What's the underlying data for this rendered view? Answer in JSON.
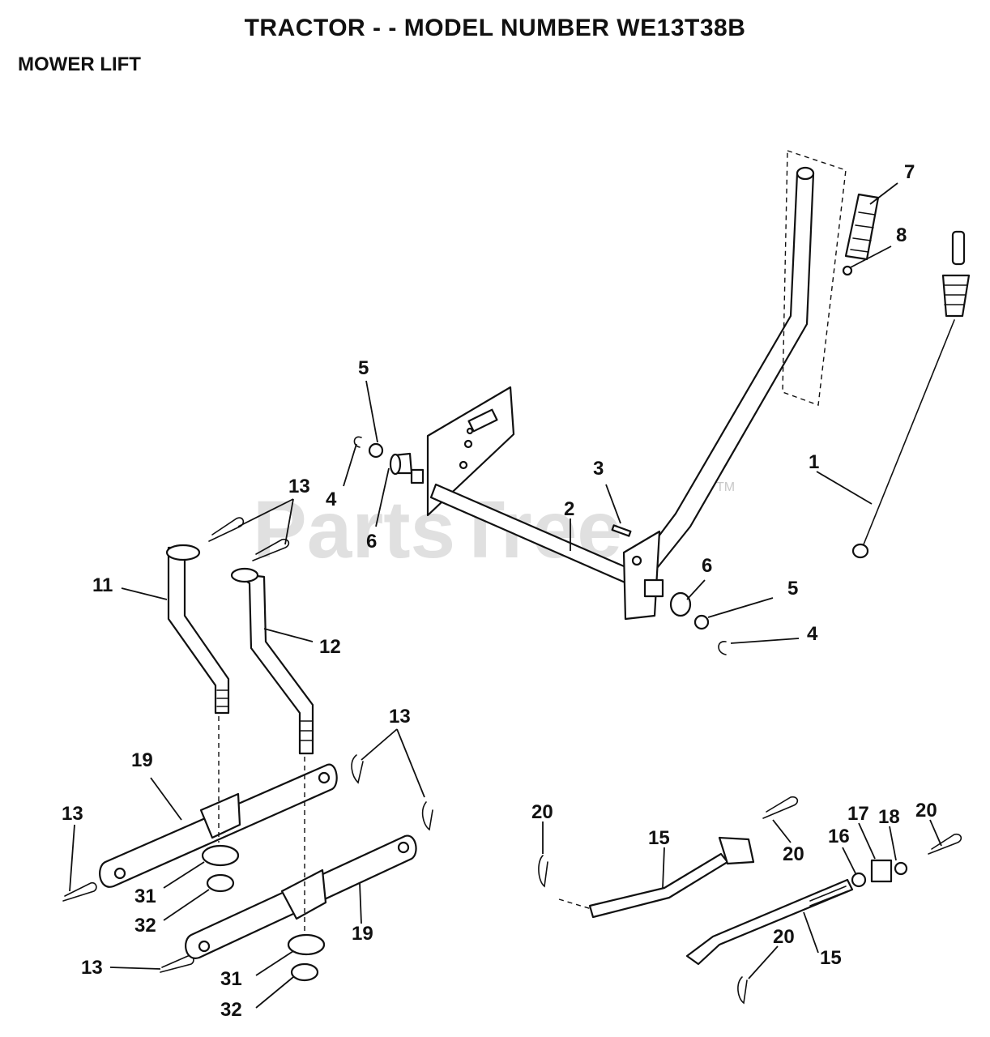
{
  "header": {
    "title": "TRACTOR - - MODEL NUMBER WE13T38B",
    "section": "MOWER LIFT"
  },
  "watermark": {
    "text": "PartsTree",
    "tm": "TM"
  },
  "callouts": {
    "c1": "1",
    "c2": "2",
    "c3": "3",
    "c4a": "4",
    "c4b": "4",
    "c5a": "5",
    "c5b": "5",
    "c6a": "6",
    "c6b": "6",
    "c7": "7",
    "c8": "8",
    "c11": "11",
    "c12": "12",
    "c13a": "13",
    "c13b": "13",
    "c13c": "13",
    "c13d": "13",
    "c15a": "15",
    "c15b": "15",
    "c16": "16",
    "c17": "17",
    "c18": "18",
    "c19a": "19",
    "c19b": "19",
    "c20a": "20",
    "c20b": "20",
    "c20c": "20",
    "c20d": "20",
    "c31a": "31",
    "c31b": "31",
    "c32a": "32",
    "c32b": "32"
  }
}
